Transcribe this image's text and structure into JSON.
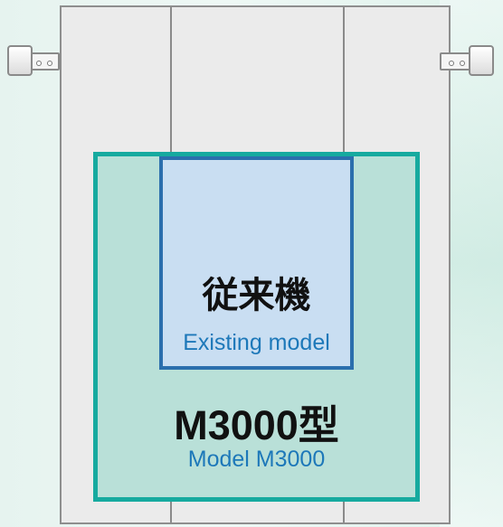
{
  "existing": {
    "jp_label": "従来機",
    "en_label": "Existing model"
  },
  "m3000": {
    "jp_label": "M3000型",
    "en_label": "Model M3000"
  },
  "colors": {
    "cabinet_fill": "#ebebeb",
    "cabinet_border": "#8e8e8e",
    "m3000_fill": "#b9e0d8",
    "m3000_border": "#16aa9f",
    "existing_fill": "#c9def2",
    "existing_border": "#2b6fad",
    "english_text": "#1d78b9"
  }
}
